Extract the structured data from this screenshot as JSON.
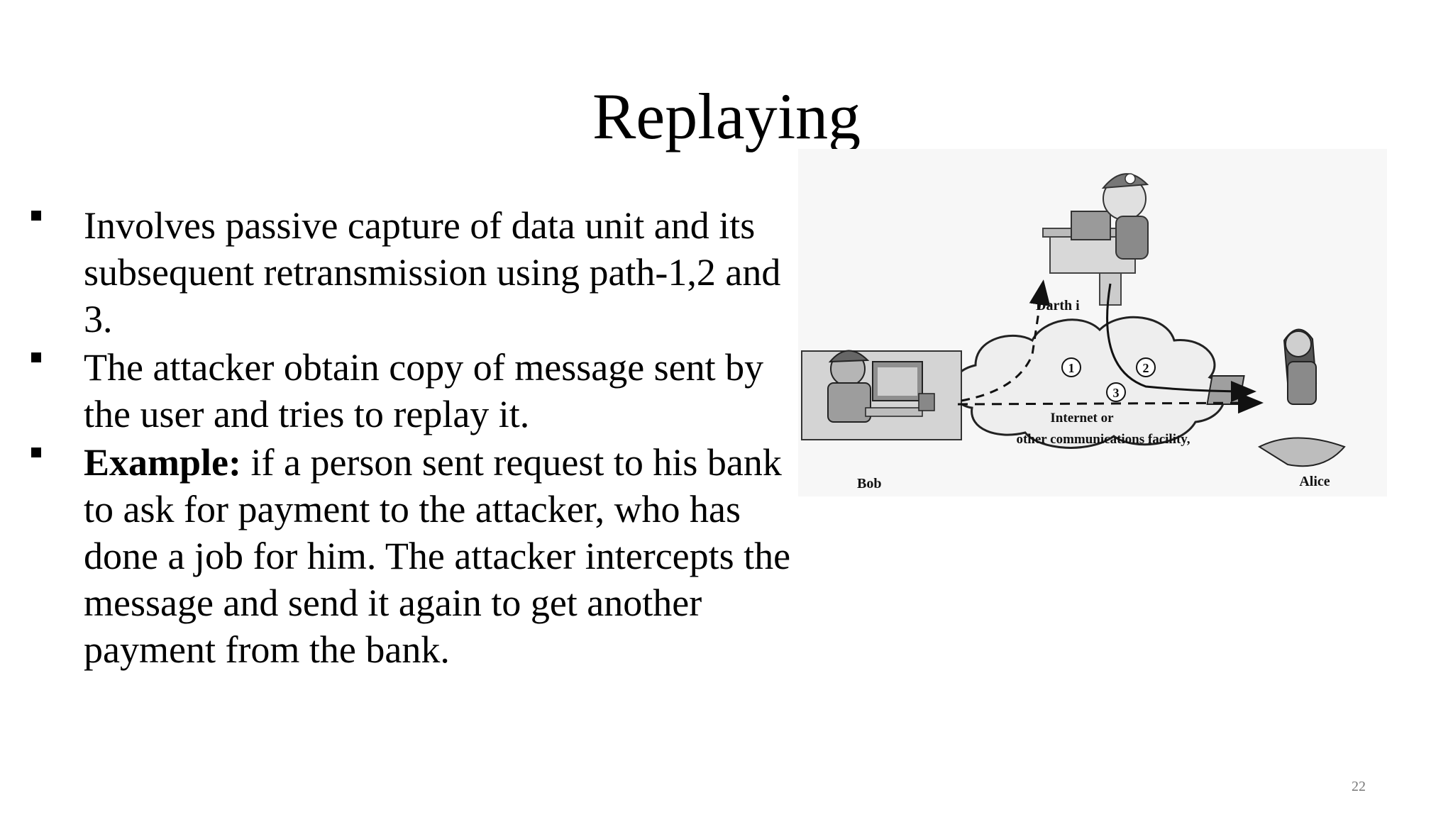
{
  "slide": {
    "title": "Replaying",
    "bullets": [
      {
        "lead": "",
        "text": "Involves passive capture of data unit and its subsequent retransmission using path-1,2 and 3."
      },
      {
        "lead": "",
        "text": "The attacker obtain copy of message sent by the user and tries to replay it."
      },
      {
        "lead": "Example:",
        "text": " if a person sent request to his bank to ask for payment to the attacker, who has done a job for him. The attacker intercepts the message and send it again to get another payment from the bank."
      }
    ],
    "page_number": "22"
  },
  "figure": {
    "labels": {
      "attacker": "Darth i",
      "sender": "Bob",
      "receiver": "Alice",
      "cloud_line1": "Internet or",
      "cloud_line2": "other communications facility,"
    },
    "path_numbers": [
      "①",
      "②",
      "③"
    ],
    "icons": {
      "attacker": "hacker-at-computer-icon",
      "sender": "person-at-desk-computer-icon",
      "receiver": "woman-with-laptop-icon",
      "network": "cloud-icon"
    }
  }
}
